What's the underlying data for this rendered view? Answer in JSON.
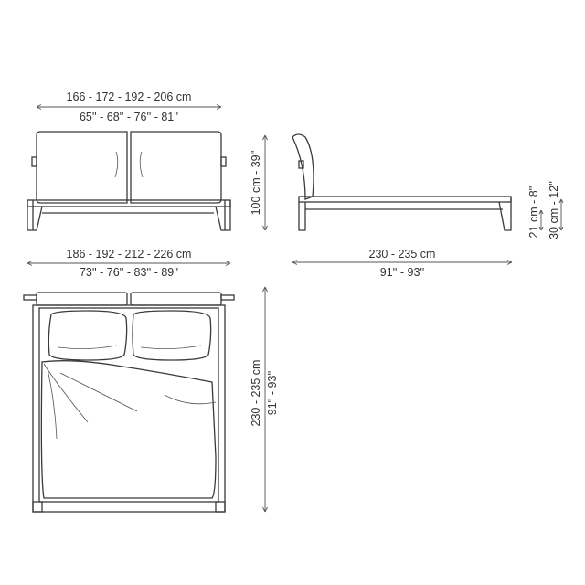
{
  "front_view": {
    "width_cm": "166 - 172 - 192 - 206 cm",
    "width_in": "65'' - 68'' - 76'' - 81''",
    "height": "100 cm - 39''"
  },
  "side_view": {
    "length_cm": "230 - 235 cm",
    "length_in": "91'' - 93''",
    "leg_height": "21 cm - 8''",
    "frame_height": "30 cm - 12''"
  },
  "top_view": {
    "width_cm": "186 - 192 - 212 - 226 cm",
    "width_in": "73'' - 76'' - 83'' - 89''",
    "length": "230 - 235 cm",
    "length_in": "91'' - 93''"
  }
}
